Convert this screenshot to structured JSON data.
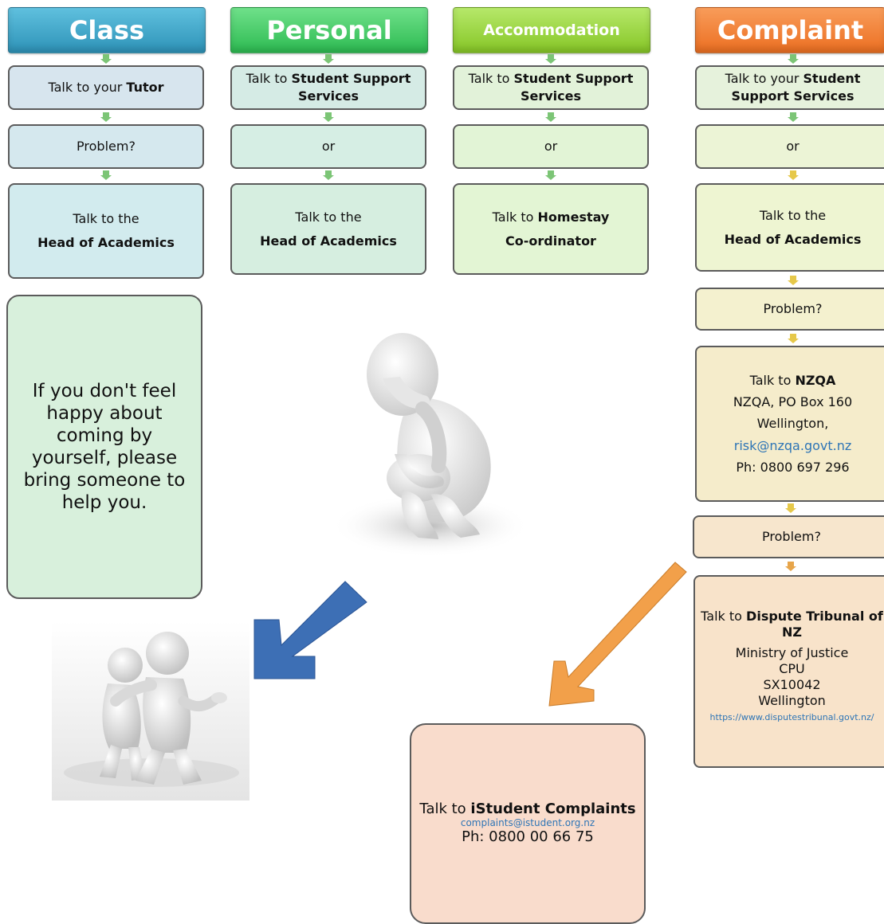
{
  "columns": {
    "class": {
      "header": "Class",
      "step1": {
        "pre": "Talk to your ",
        "bold": "Tutor"
      },
      "step2": "Problem?",
      "step3": {
        "pre": "Talk to the",
        "bold": "Head of Academics"
      }
    },
    "personal": {
      "header": "Personal",
      "step1": {
        "pre": "Talk to ",
        "bold": "Student Support Services"
      },
      "step2": "or",
      "step3": {
        "pre": "Talk to the",
        "bold": "Head of Academics"
      }
    },
    "accommodation": {
      "header": "Accommodation",
      "step1": {
        "pre": "Talk to ",
        "bold": "Student Support Services"
      },
      "step2": "or",
      "step3": {
        "pre": "Talk to ",
        "bold": "Homestay",
        "bold2": "Co-ordinator"
      }
    },
    "complaint": {
      "header": "Complaint",
      "step1": {
        "pre": "Talk to your ",
        "bold": "Student Support Services"
      },
      "step2": "or",
      "step3": {
        "pre": "Talk to the",
        "bold": "Head of Academics"
      },
      "step4": "Problem?",
      "nzqa": {
        "pre": "Talk to ",
        "bold": "NZQA",
        "line2": "NZQA, PO Box 160",
        "line3": "Wellington,",
        "email": "risk@nzqa.govt.nz",
        "phone": "Ph: 0800 697 296"
      },
      "step6": "Problem?",
      "tribunal": {
        "pre": "Talk to ",
        "bold": "Dispute Tribunal of NZ",
        "line2": "Ministry of Justice",
        "line3": "CPU",
        "line4": "SX10042",
        "line5": "Wellington",
        "url": "https://www.disputestribunal.govt.nz/"
      }
    }
  },
  "support_note": "If you don't feel happy about coming by yourself, please bring someone to help you.",
  "istudent": {
    "pre": "Talk to ",
    "bold": "iStudent Complaints",
    "email": "complaints@istudent.org.nz",
    "phone": "Ph: 0800 00 66 75"
  },
  "colors": {
    "class": "#3ba3c6",
    "personal": "#3ecb63",
    "accommodation": "#97d33a",
    "complaint": "#f0823a",
    "blue_arrow": "#3d6fb5",
    "orange_arrow": "#f2a04a"
  }
}
